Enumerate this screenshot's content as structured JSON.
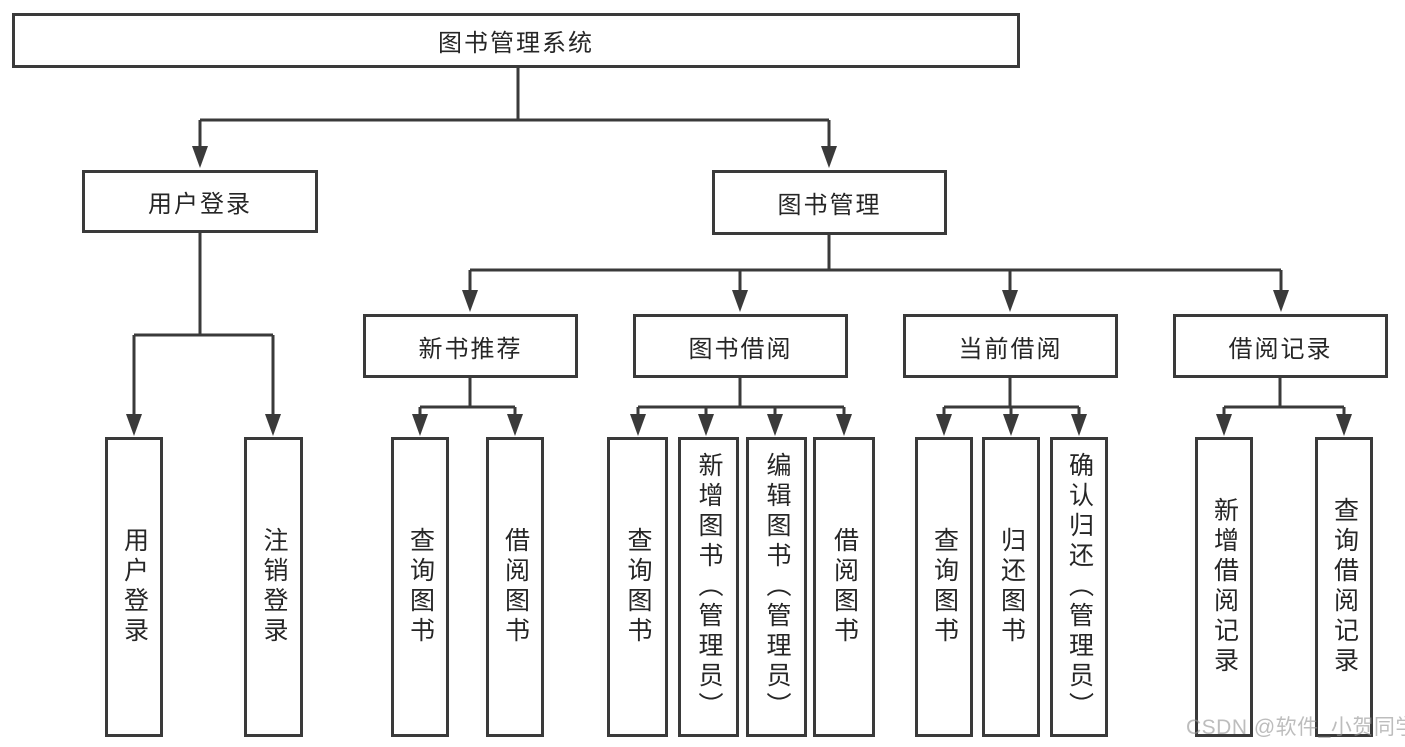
{
  "colors": {
    "line": "#3a3a3a",
    "box_border": "#3a3a3a",
    "text": "#262626",
    "background": "#ffffff",
    "watermark": "#b5b5b5"
  },
  "watermark": "CSDN @软件_小贺同学",
  "tree": {
    "label": "图书管理系统",
    "children": [
      {
        "label": "用户登录",
        "children": [
          {
            "label": "用户登录"
          },
          {
            "label": "注销登录"
          }
        ]
      },
      {
        "label": "图书管理",
        "children": [
          {
            "label": "新书推荐",
            "children": [
              {
                "label": "查询图书"
              },
              {
                "label": "借阅图书"
              }
            ]
          },
          {
            "label": "图书借阅",
            "children": [
              {
                "label": "查询图书"
              },
              {
                "label": "新增图书（管理员）"
              },
              {
                "label": "编辑图书（管理员）"
              },
              {
                "label": "借阅图书"
              }
            ]
          },
          {
            "label": "当前借阅",
            "children": [
              {
                "label": "查询图书"
              },
              {
                "label": "归还图书"
              },
              {
                "label": "确认归还（管理员）"
              }
            ]
          },
          {
            "label": "借阅记录",
            "children": [
              {
                "label": "新增借阅记录"
              },
              {
                "label": "查询借阅记录"
              }
            ]
          }
        ]
      }
    ]
  }
}
